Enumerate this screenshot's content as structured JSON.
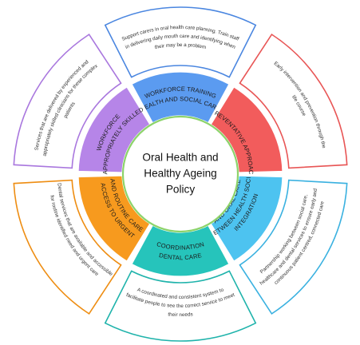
{
  "center": {
    "lines": [
      "Oral Health and",
      "Healthy Ageing",
      "Policy"
    ]
  },
  "segments": [
    {
      "key": "workforce",
      "lines": [
        "HEALTH AND SOCIAL CARE",
        "WORKFORCE TRAINING"
      ],
      "color": "#5b9bf0",
      "border": "#4a86e0",
      "outer_lines": [
        "Support carers in oral health care planning. Train staff",
        "in delivering daily mouth care and identifying when",
        "their may be a problem"
      ]
    },
    {
      "key": "preventative",
      "lines": [
        "PREVENTATIVE APPROACH"
      ],
      "color": "#f25c5c",
      "border": "#e85555",
      "outer_lines": [
        "Early intervention and prevention through the",
        "life course"
      ]
    },
    {
      "key": "integration",
      "lines": [
        "INTEGRATION",
        "BETWEEN HEALTH SOCIAL",
        "AND ORAL CARE"
      ],
      "color": "#4dc3f0",
      "border": "#3ab1e0",
      "outer_lines": [
        "Partnership working between social care,",
        "healthcare and dental services to ensure early and",
        "continuous patient centred, connected care"
      ]
    },
    {
      "key": "coordination",
      "lines": [
        "DENTAL CARE",
        "COORDINATION"
      ],
      "color": "#26c4bb",
      "border": "#1fb3ab",
      "outer_lines": [
        "A coordinated and consistent system to",
        "facilitate people to see the correct service to meet",
        "their needs"
      ]
    },
    {
      "key": "access",
      "lines": [
        "ACCESS TO URGENT",
        "AND ROUTINE CARE"
      ],
      "color": "#f79a1e",
      "border": "#ee8d12",
      "outer_lines": [
        "Dental services that are available and accessible",
        "for routine identified need and urgent care"
      ]
    },
    {
      "key": "skilled",
      "lines": [
        "APPROPRIATELY SKILLED",
        "WORKFORCE"
      ],
      "color": "#b685e8",
      "border": "#a977de",
      "outer_lines": [
        "Services that are delivered by experienced and",
        "appropriately skilled clinicians for these complex",
        "patients"
      ]
    }
  ],
  "colors": {
    "ring_border": "#cfcfcf",
    "center_ring": "#8cd36a"
  }
}
